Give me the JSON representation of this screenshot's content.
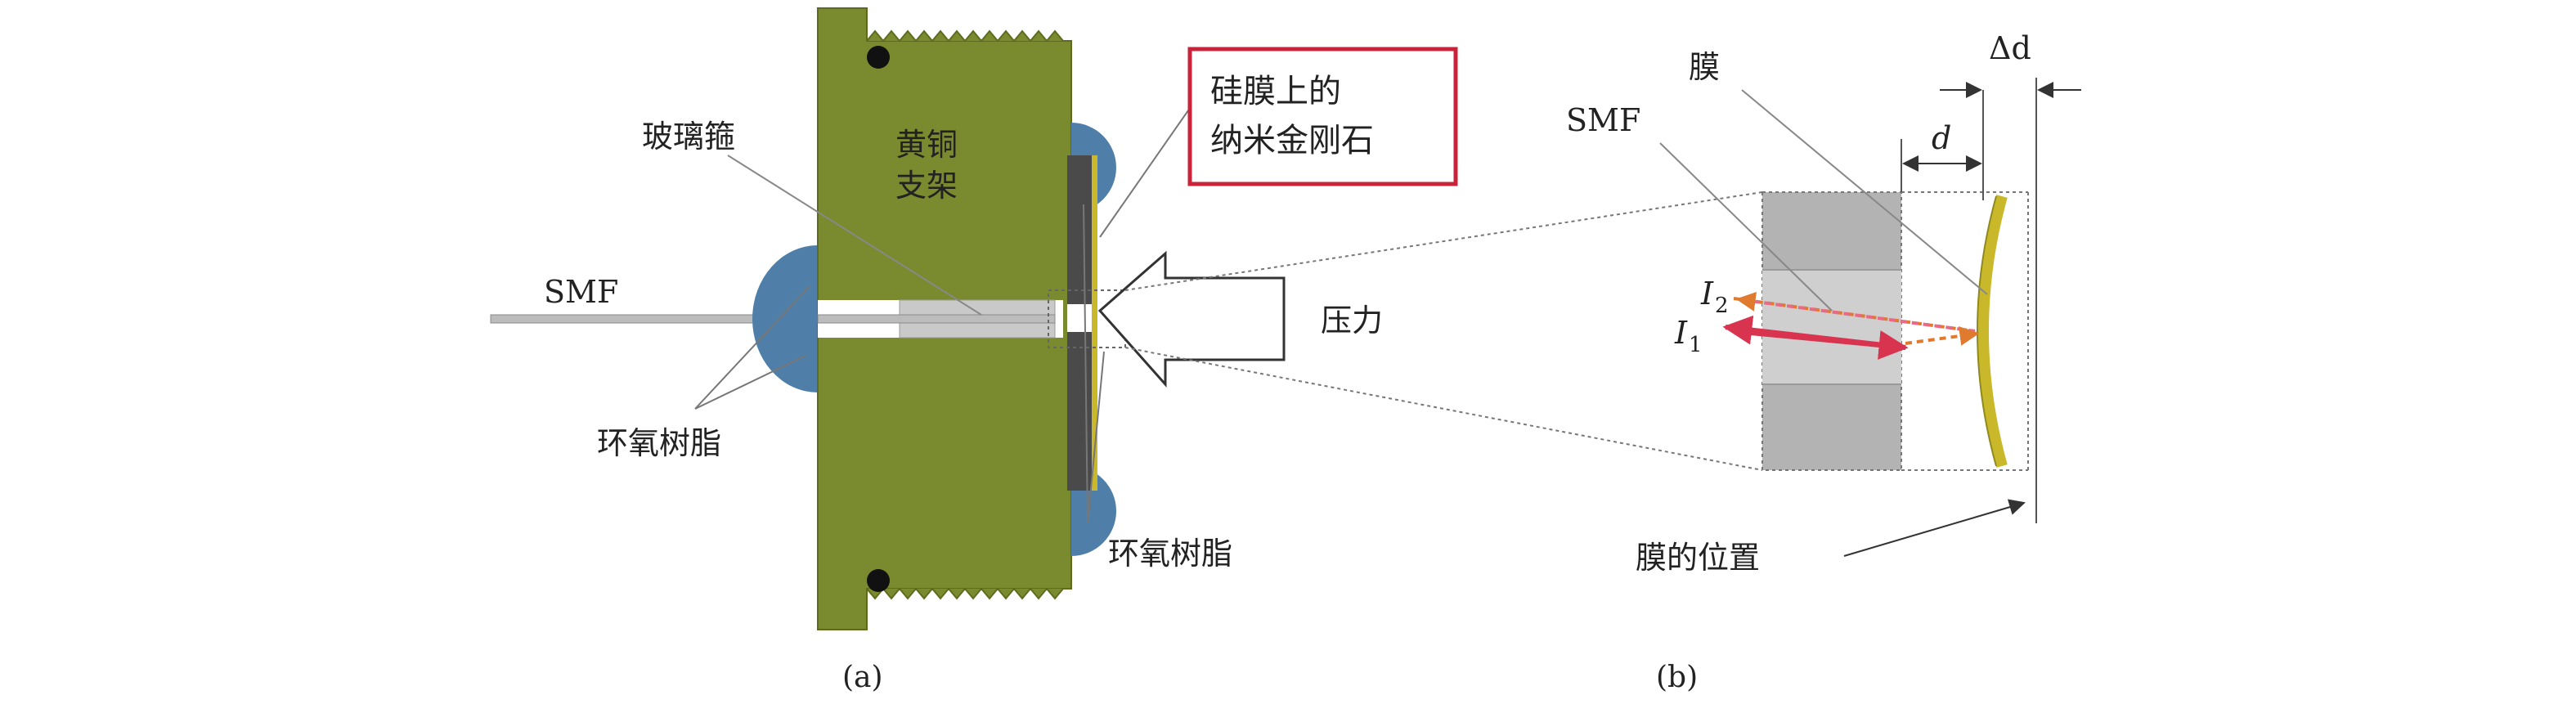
{
  "panel_a": {
    "label": "(a)",
    "smf": "SMF",
    "ferrule": "玻璃箍",
    "holder_line1": "黄铜",
    "holder_line2": "支架",
    "epoxy_left": "环氧树脂",
    "epoxy_right": "环氧树脂",
    "diamond_line1": "硅膜上的",
    "diamond_line2": "纳米金刚石",
    "pressure": "压力"
  },
  "panel_b": {
    "label": "(b)",
    "smf": "SMF",
    "membrane": "膜",
    "gap_symbol": "d",
    "delta_symbol": "Δ",
    "delta_d": "d",
    "intensity_1": "I",
    "intensity_1_sub": "1",
    "intensity_2": "I",
    "intensity_2_sub": "2",
    "membrane_position": "膜的位置"
  },
  "colors": {
    "brass_holder": "#7a8a2e",
    "epoxy": "#4f7fa8",
    "annotation_box_border": "#c8233a",
    "ray_i1": "#d9344f",
    "ray_i2": "#e07a2e",
    "membrane": "#c9b92a",
    "fiber_grey": "#bcbcbc"
  }
}
